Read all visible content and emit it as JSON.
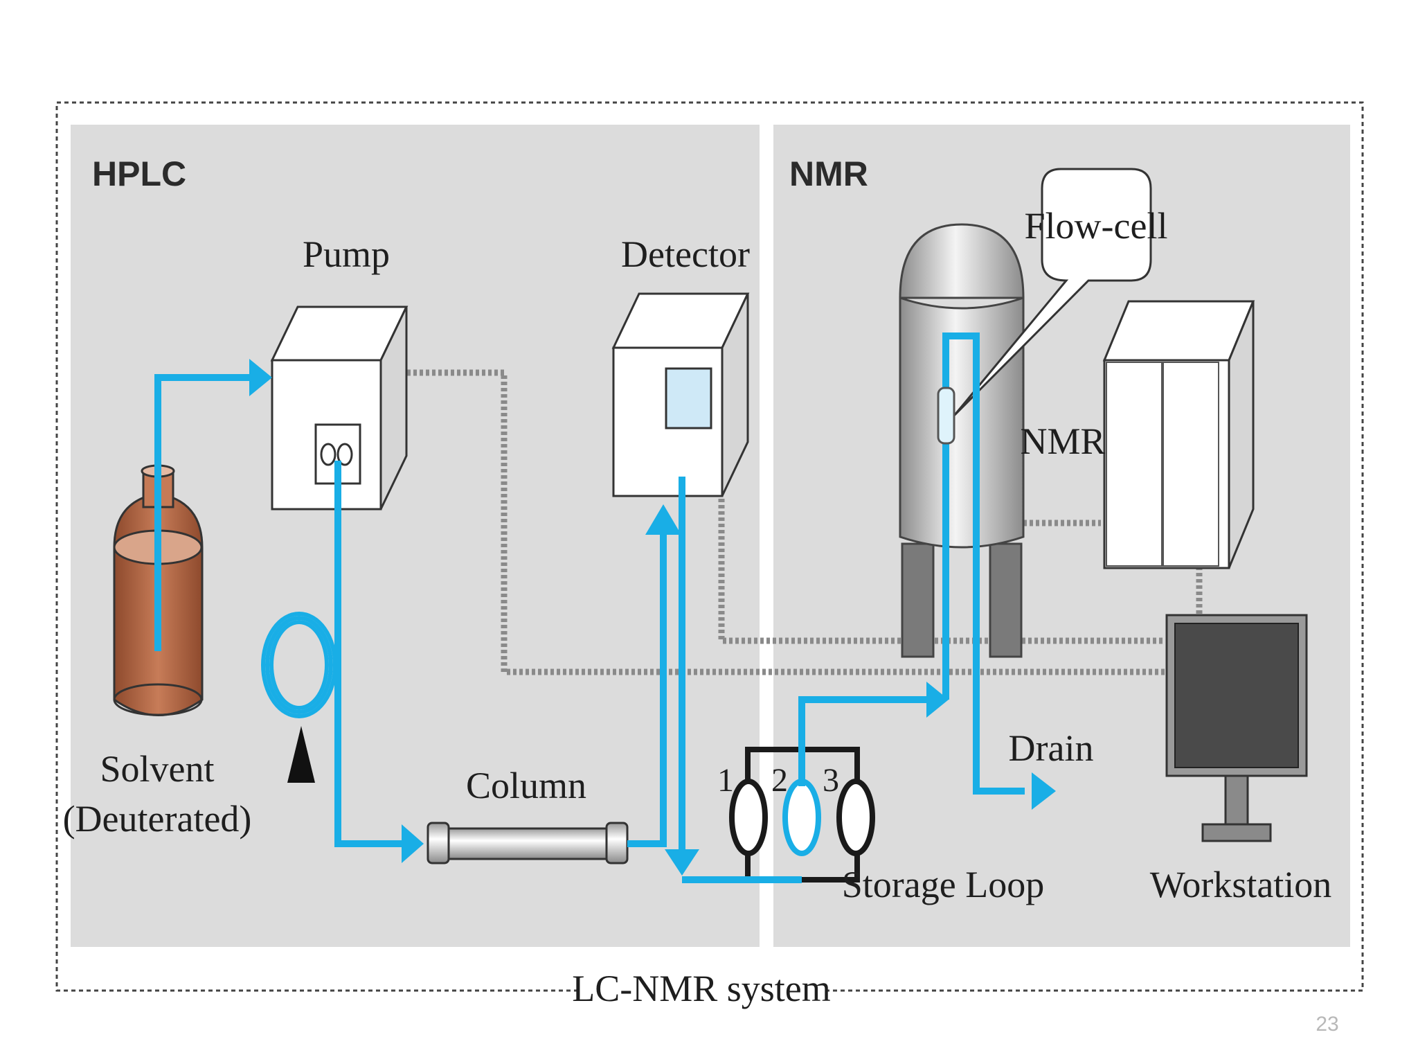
{
  "panels": {
    "hplc_title": "HPLC",
    "nmr_title": "NMR"
  },
  "labels": {
    "pump": "Pump",
    "detector": "Detector",
    "solvent": "Solvent",
    "solvent_note": "(Deuterated)",
    "column": "Column",
    "flow_cell": "Flow-cell",
    "nmr_console": "NMR",
    "drain": "Drain",
    "storage_loop": "Storage Loop",
    "workstation": "Workstation",
    "system": "LC-NMR system",
    "loop_1": "1",
    "loop_2": "2",
    "loop_3": "3"
  },
  "page_number": "23",
  "colors": {
    "flow": "#19aee6",
    "panel_bg": "#dcdcdc",
    "signal_line": "#8a8a8a",
    "solvent_fill": "#b0643f"
  }
}
